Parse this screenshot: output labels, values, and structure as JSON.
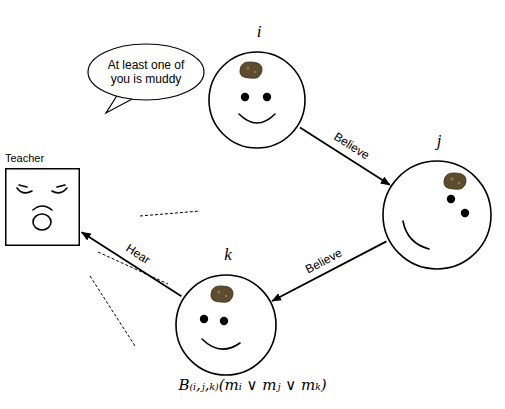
{
  "diagram": {
    "nodes": [
      {
        "text": [
          "Teacher"
        ]
      },
      {
        "text": [
          "At least one of you is muddy"
        ]
      },
      {
        "text": [
          "i"
        ]
      },
      {
        "text": [
          "j"
        ]
      },
      {
        "text": [
          "k"
        ]
      }
    ],
    "edges": [
      {
        "from": 2,
        "to": 3,
        "label": "Believe",
        "arrow": "to"
      },
      {
        "from": 3,
        "to": 4,
        "label": "Believe",
        "arrow": "to"
      },
      {
        "from": 4,
        "to": 0,
        "label": "Hear",
        "arrow": "to"
      }
    ],
    "labels": [
      "B₍ᵢ,ⱼ,ₖ₎(mᵢ ∨ mⱼ ∨ mₖ)"
    ]
  }
}
